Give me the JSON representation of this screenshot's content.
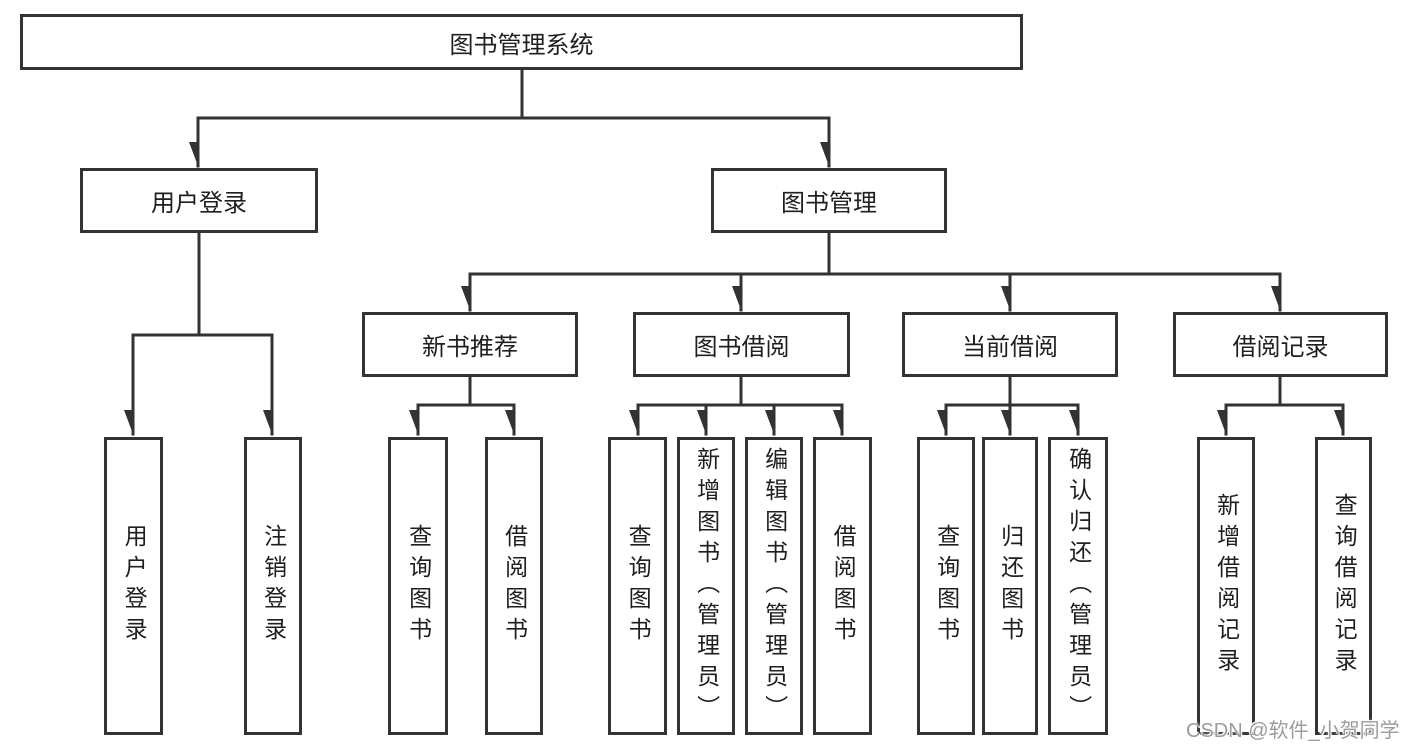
{
  "tree": {
    "root": "图书管理系统",
    "level2": [
      {
        "label": "用户登录",
        "leaves": [
          "用户登录",
          "注销登录"
        ]
      },
      {
        "label": "图书管理",
        "groups": [
          {
            "label": "新书推荐",
            "leaves": [
              "查询图书",
              "借阅图书"
            ]
          },
          {
            "label": "图书借阅",
            "leaves": [
              "查询图书",
              "新增图书（管理员）",
              "编辑图书（管理员）",
              "借阅图书"
            ]
          },
          {
            "label": "当前借阅",
            "leaves": [
              "查询图书",
              "归还图书",
              "确认归还（管理员）"
            ]
          },
          {
            "label": "借阅记录",
            "leaves": [
              "新增借阅记录",
              "查询借阅记录"
            ]
          }
        ]
      }
    ]
  },
  "watermark": "CSDN @软件_小贺同学",
  "colors": {
    "line": "#333333",
    "box_border": "#333333",
    "text": "#1f1f1f",
    "watermark_text": "#9c9c9c",
    "background": "#ffffff"
  }
}
